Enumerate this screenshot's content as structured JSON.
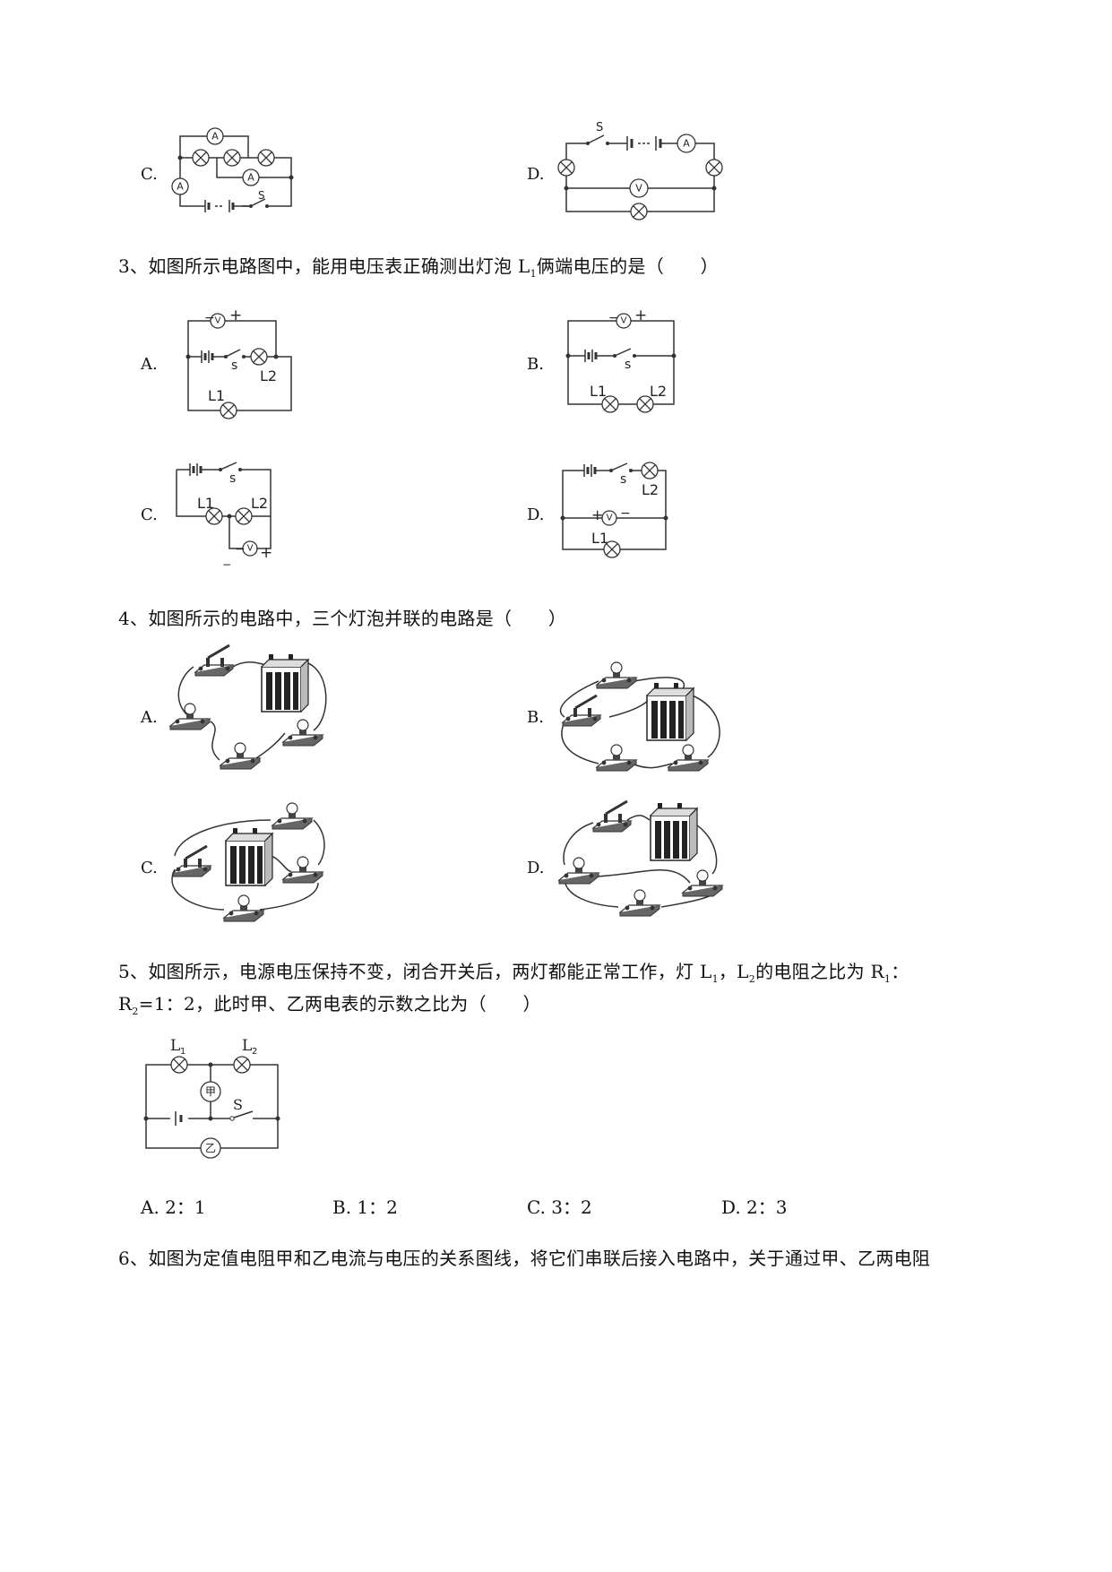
{
  "q2_tail": {
    "options": [
      {
        "label": "C."
      },
      {
        "label": "D."
      }
    ],
    "diagram_d_switch": "S"
  },
  "q3": {
    "stem_before": "3、如图所示电路图中，能用电压表正确测出灯泡 L",
    "stem_sub": "1",
    "stem_after": "俩端电压的是（　　）",
    "options": [
      {
        "label": "A."
      },
      {
        "label": "B."
      },
      {
        "label": "C."
      },
      {
        "label": "D."
      }
    ],
    "labels": {
      "switch": "s",
      "lamp1": "L1",
      "lamp2": "L2",
      "voltmeter": "V",
      "plus": "+",
      "minus": "−"
    }
  },
  "q4": {
    "stem": "4、如图所示的电路中，三个灯泡并联的电路是（　　）",
    "options": [
      {
        "label": "A."
      },
      {
        "label": "B."
      },
      {
        "label": "C."
      },
      {
        "label": "D."
      }
    ]
  },
  "q5": {
    "line1_parts": [
      "5、如图所示，电源电压保持不变，闭合开关后，两灯都能正常工作，灯 L",
      "1",
      "，L",
      "2",
      "的电阻之比为 R",
      "1",
      "："
    ],
    "line2_parts": [
      "R",
      "2",
      "=1：2，此时甲、乙两电表的示数之比为（　　）"
    ],
    "meters": {
      "jia": "甲",
      "yi": "乙"
    },
    "lamp_labels": {
      "l": "L",
      "s1": "1",
      "s2": "2"
    },
    "switch": "S",
    "answers": [
      {
        "label": "A. 2：1"
      },
      {
        "label": "B. 1：2"
      },
      {
        "label": "C. 3：2"
      },
      {
        "label": "D. 2：3"
      }
    ]
  },
  "q6": {
    "stem": "6、如图为定值电阻甲和乙电流与电压的关系图线，将它们串联后接入电路中，关于通过甲、乙两电阻"
  },
  "meter_letters": {
    "ammeter": "A",
    "voltmeter": "V"
  }
}
